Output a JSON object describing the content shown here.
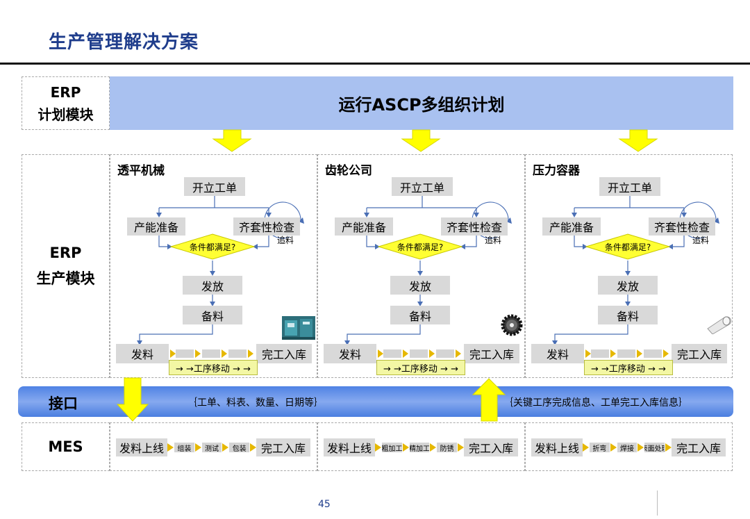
{
  "title": "生产管理解决方案",
  "erp_plan": {
    "label_line1": "ERP",
    "label_line2": "计划模块",
    "ascp": "运行ASCP多组织计划"
  },
  "erp_prod": {
    "label_line1": "ERP",
    "label_line2": "生产模块"
  },
  "plants": [
    {
      "name": "透平机械",
      "steps": {
        "open": "开立工单",
        "capacity": "产能准备",
        "kitting": "齐套性检查",
        "condition": "条件都满足?",
        "chase": "追料",
        "release": "发放",
        "prepare": "备料",
        "issue": "发料",
        "complete": "完工入库",
        "move": "→ →工序移动 → →"
      },
      "icon": "turbine-machine-icon"
    },
    {
      "name": "齿轮公司",
      "steps": {
        "open": "开立工单",
        "capacity": "产能准备",
        "kitting": "齐套性检查",
        "condition": "条件都满足?",
        "chase": "追料",
        "release": "发放",
        "prepare": "备料",
        "issue": "发料",
        "complete": "完工入库",
        "move": "→ →工序移动 → →"
      },
      "icon": "gear-icon"
    },
    {
      "name": "压力容器",
      "steps": {
        "open": "开立工单",
        "capacity": "产能准备",
        "kitting": "齐套性检查",
        "condition": "条件都满足?",
        "chase": "追料",
        "release": "发放",
        "prepare": "备料",
        "issue": "发料",
        "complete": "完工入库",
        "move": "→ →工序移动 → →"
      },
      "icon": "pipe-icon"
    }
  ],
  "interface": {
    "label": "接口",
    "left_text": "｛工单、料表、数量、日期等｝",
    "right_text": "｛关键工序完成信息、工单完工入库信息｝"
  },
  "mes": {
    "label": "MES",
    "lines": [
      {
        "start": "发料上线",
        "steps": [
          "组装",
          "测试",
          "包装"
        ],
        "end": "完工入库"
      },
      {
        "start": "发料上线",
        "steps": [
          "粗加工",
          "精加工",
          "防锈"
        ],
        "end": "完工入库"
      },
      {
        "start": "发料上线",
        "steps": [
          "折弯",
          "焊接",
          "表面处理"
        ],
        "end": "完工入库"
      }
    ]
  },
  "page_number": "45",
  "colors": {
    "title": "#1f3d8c",
    "ascp_band": "#a9c1f0",
    "interface_band": "#5a8ae6",
    "arrow": "#ffff00",
    "condition_diamond": "#ffff33",
    "step_box": "#d9d9d9",
    "connector": "#4a6fb5"
  }
}
